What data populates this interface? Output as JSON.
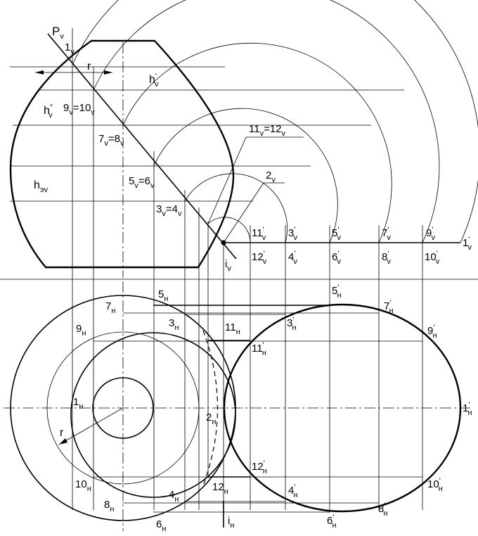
{
  "labels": {
    "Pv": "P",
    "Pv_sub": "v",
    "v1": "1",
    "v1_sub": "v",
    "r_top": "r",
    "hv1": "h",
    "hv1_sup": "'",
    "hv1_sub": "v",
    "hv2": "h",
    "hv2_sup": "''",
    "hv2_sub": "v",
    "v9_10": "9",
    "v9_10_sub": "v",
    "v9_10_eq": "=10",
    "v9_10_sub2": "v",
    "v7_8": "7",
    "v7_8_sub": "v",
    "v7_8_eq": "=8",
    "v7_8_sub2": "v",
    "v11_12": "11",
    "v11_12_sub": "v",
    "v11_12_eq": "=12",
    "v11_12_sub2": "v",
    "v2": "2",
    "v2_sub": "v",
    "v5_6": "5",
    "v5_6_sub": "v",
    "v5_6_eq": "=6",
    "v5_6_sub2": "v",
    "he": "h",
    "he_sub": "эv",
    "v3_4": "3",
    "v3_4_sub": "v",
    "v3_4_eq": "=4",
    "v3_4_sub2": "v",
    "iv": "i",
    "iv_sub": "v",
    "p11v": "11",
    "p12v": "12",
    "p3v": "3",
    "p4v": "4",
    "p5v": "5",
    "p6v": "6",
    "p7v": "7",
    "p8v": "8",
    "p9v": "9",
    "p10v": "10",
    "p1v": "1",
    "prime": "'",
    "sub_v": "v",
    "sub_n": "н",
    "n5": "5",
    "n7": "7",
    "n9": "9",
    "n3": "3",
    "n11": "11",
    "n1": "1",
    "n2": "2",
    "n10": "10",
    "n8": "8",
    "n4": "4",
    "n6": "6",
    "n12": "12",
    "in": "i",
    "np5": "5",
    "np7": "7",
    "np3": "3",
    "np9": "9",
    "np11": "11",
    "np1": "1",
    "np12": "12",
    "np10": "10",
    "np4": "4",
    "np8": "8",
    "np6": "6",
    "r_bottom": "r"
  }
}
